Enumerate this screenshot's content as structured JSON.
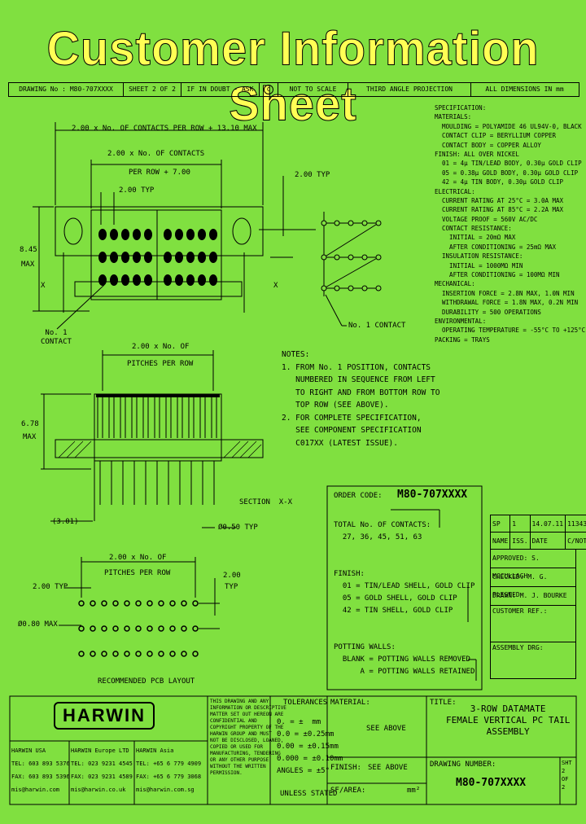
{
  "title": "Customer Information Sheet",
  "header": {
    "drawing_no": "DRAWING No : M80-707XXXX",
    "sheet": "SHEET 2 OF 2",
    "doubt": "IF IN DOUBT - ASK",
    "copyright": "C",
    "scale": "NOT TO SCALE",
    "projection": "THIRD ANGLE PROJECTION",
    "dims": "ALL DIMENSIONS IN mm"
  },
  "dims": {
    "overall": "2.00 x No. OF CONTACTS PER ROW + 13.10 MAX",
    "contacts_per_row": "2.00 x No. OF CONTACTS",
    "contacts_per_row2": "PER ROW + 7.00",
    "typ200a": "2.00 TYP",
    "typ200b": "2.00 TYP",
    "h845": "8.45",
    "max1": "MAX",
    "x1": "X",
    "x2": "X",
    "no_contact": "No. 1\nCONTACT",
    "no1_contact": "No. 1 CONTACT",
    "pitches": "2.00 x No. OF",
    "pitches2": "PITCHES PER ROW",
    "h678": "6.78",
    "max2": "MAX",
    "d301": "(3.01)",
    "d050": "Ø0.50 TYP",
    "section": "SECTION  X-X",
    "pcb_pitch": "2.00 x No. OF",
    "pcb_pitch2": "PITCHES PER ROW",
    "pcb_typ_l": "2.00 TYP",
    "pcb_typ_r": "2.00",
    "pcb_typ_r2": "TYP",
    "d080": "Ø0.80 MAX",
    "pcb_label": "RECOMMENDED PCB LAYOUT"
  },
  "spec": {
    "lines": [
      "SPECIFICATION:",
      "MATERIALS:",
      "  MOULDING = POLYAMIDE 46 UL94V-0, BLACK",
      "  CONTACT CLIP = BERYLLIUM COPPER",
      "  CONTACT BODY = COPPER ALLOY",
      "FINISH: ALL OVER NICKEL",
      "  01 = 4µ TIN/LEAD BODY, 0.30µ GOLD CLIP",
      "  05 = 0.38µ GOLD BODY, 0.30µ GOLD CLIP",
      "  42 = 4µ TIN BODY, 0.30µ GOLD CLIP",
      "ELECTRICAL:",
      "  CURRENT RATING AT 25°C = 3.0A MAX",
      "  CURRENT RATING AT 85°C = 2.2A MAX",
      "  VOLTAGE PROOF = 560V AC/DC",
      "  CONTACT RESISTANCE:",
      "    INITIAL = 20mΩ MAX",
      "    AFTER CONDITIONING = 25mΩ MAX",
      "  INSULATION RESISTANCE:",
      "    INITIAL = 1000MΩ MIN",
      "    AFTER CONDITIONING = 100MΩ MIN",
      "MECHANICAL:",
      "  INSERTION FORCE = 2.8N MAX, 1.0N MIN",
      "  WITHDRAWAL FORCE = 1.8N MAX, 0.2N MIN",
      "  DURABILITY = 500 OPERATIONS",
      "ENVIRONMENTAL:",
      "  OPERATING TEMPERATURE = -55°C TO +125°C",
      "PACKING = TRAYS"
    ]
  },
  "notes": {
    "lines": [
      "NOTES:",
      "1. FROM No. 1 POSITION, CONTACTS",
      "   NUMBERED IN SEQUENCE FROM LEFT",
      "   TO RIGHT AND FROM BOTTOM ROW TO",
      "   TOP ROW (SEE ABOVE).",
      "2. FOR COMPLETE SPECIFICATION,",
      "   SEE COMPONENT SPECIFICATION",
      "   C017XX (LATEST ISSUE)."
    ]
  },
  "order": {
    "label": "ORDER CODE:",
    "code": "M80-707XXXX",
    "lines": [
      "TOTAL No. OF CONTACTS:",
      "  27, 36, 45, 51, 63",
      "",
      "",
      "FINISH:",
      "  01 = TIN/LEAD SHELL, GOLD CLIP",
      "  05 = GOLD SHELL, GOLD CLIP",
      "  42 = TIN SHELL, GOLD CLIP",
      "",
      "",
      "POTTING WALLS:",
      "  BLANK = POTTING WALLS REMOVED",
      "      A = POTTING WALLS RETAINED"
    ]
  },
  "rev": {
    "row1": [
      "SP",
      "1",
      "14.07.11",
      "11343"
    ],
    "row2": [
      "NAME",
      "ISS.",
      "DATE",
      "C/NOTE"
    ],
    "approved": "APPROVED: S. MCCULLAGH",
    "checked": "CHECKED: M. G. PLESTED",
    "drawn": "DRAWN: M. J. BOURKE",
    "customer": "CUSTOMER REF.:",
    "assembly": "ASSEMBLY DRG:"
  },
  "footer": {
    "logo": "HARWIN",
    "disclaimer": "THIS DRAWING AND ANY\nINFORMATION OR DESCRIPTIVE\nMATTER SET OUT HEREON ARE\nCONFIDENTIAL AND\nCOPYRIGHT PROPERTY OF THE\nHARWIN GROUP AND MUST\nNOT BE DISCLOSED, LOANED,\nCOPIED OR USED FOR\nMANUFACTURING, TENDERING\nOR ANY OTHER PURPOSE\nWITHOUT THE WRITTEN\nPERMISSION.",
    "tol_title": "TOLERANCES",
    "tol": "0. = ±  mm\n0.0 = ±0.25mm\n0.00 = ±0.15mm\n0.000 = ±0.10mm\nANGLES = ±5°",
    "tol_unless": "UNLESS STATED",
    "material": "MATERIAL:",
    "material_val": "SEE ABOVE",
    "finish": "FINISH:",
    "finish_val": "SEE ABOVE",
    "sfarea": "SF/AREA:",
    "sfarea_unit": "mm²",
    "title_label": "TITLE:",
    "title_val": "3-ROW DATAMATE\nFEMALE VERTICAL PC TAIL\nASSEMBLY",
    "dwg_label": "DRAWING NUMBER:",
    "dwg_val": "M80-707XXXX",
    "sht": "SHT\n2\nOF\n2",
    "usa": "HARWIN USA\nTEL: 603 893 5376\nFAX: 603 893 5396\nmis@harwin.com",
    "europe": "HARWIN Europe LTD\nTEL: 023 9231 4545\nFAX: 023 9231 4589\nmis@harwin.co.uk",
    "asia": "HARWIN Asia\nTEL: +65 6 779 4909\nFAX: +65 6 779 3068\nmis@harwin.com.sg"
  }
}
